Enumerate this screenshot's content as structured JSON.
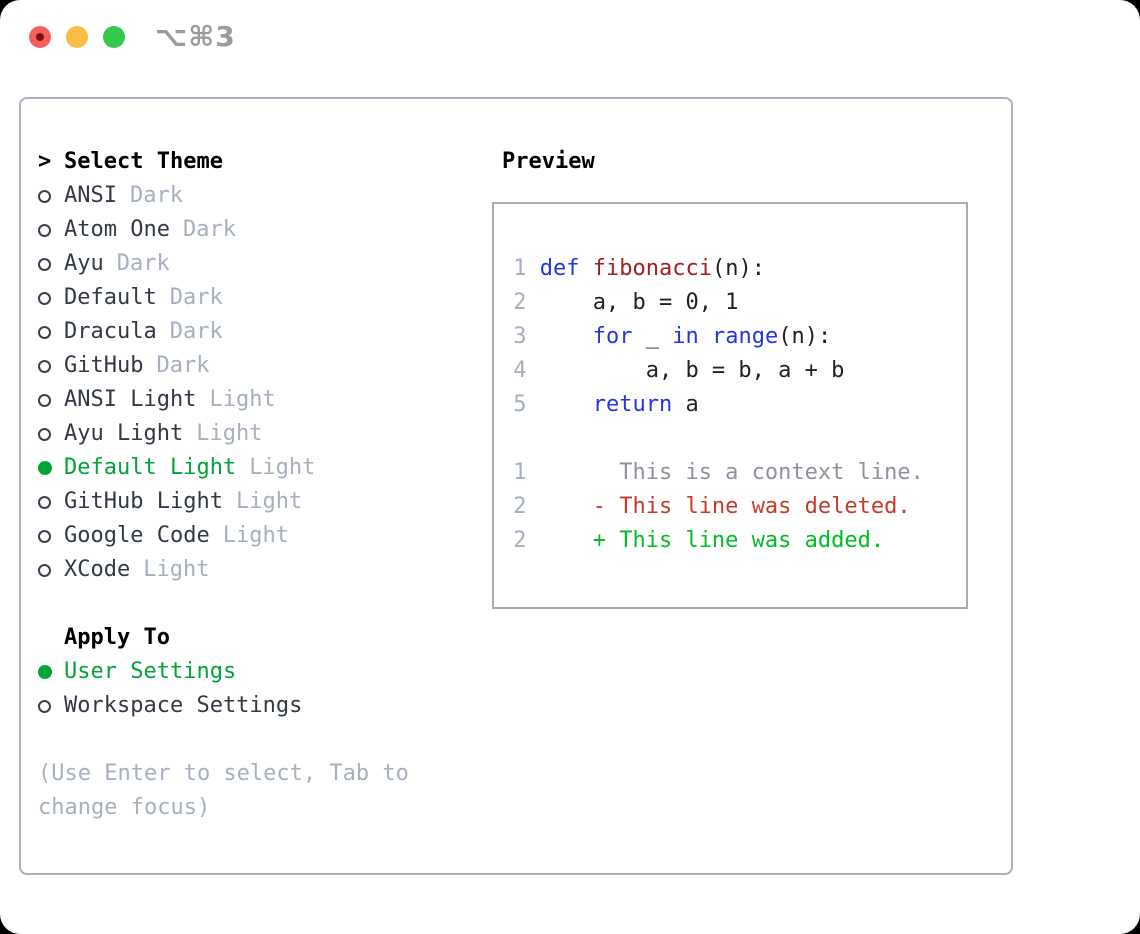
{
  "titlebar": {
    "shortcut": "⌥⌘3"
  },
  "colors": {
    "accent_green": "#00A538",
    "added": "#00BE27",
    "deleted": "#C53B2A",
    "function": "#A32020",
    "keyword": "#2337E0",
    "code": "#1E2126",
    "line_number": "#A6B0BF",
    "context": "#8E939B",
    "muted": "#A7B0BE",
    "item_text": "#333A44"
  },
  "theme_list": {
    "header_marker": ">",
    "header": "Select Theme",
    "items": [
      {
        "label": "ANSI",
        "tag": "Dark",
        "selected": false
      },
      {
        "label": "Atom One",
        "tag": "Dark",
        "selected": false
      },
      {
        "label": "Ayu",
        "tag": "Dark",
        "selected": false
      },
      {
        "label": "Default",
        "tag": "Dark",
        "selected": false
      },
      {
        "label": "Dracula",
        "tag": "Dark",
        "selected": false
      },
      {
        "label": "GitHub",
        "tag": "Dark",
        "selected": false
      },
      {
        "label": "ANSI Light",
        "tag": "Light",
        "selected": false
      },
      {
        "label": "Ayu Light",
        "tag": "Light",
        "selected": false
      },
      {
        "label": "Default Light",
        "tag": "Light",
        "selected": true
      },
      {
        "label": "GitHub Light",
        "tag": "Light",
        "selected": false
      },
      {
        "label": "Google Code",
        "tag": "Light",
        "selected": false
      },
      {
        "label": "XCode",
        "tag": "Light",
        "selected": false
      }
    ]
  },
  "apply_to": {
    "header": "Apply To",
    "options": [
      {
        "label": "User Settings",
        "selected": true
      },
      {
        "label": "Workspace Settings",
        "selected": false
      }
    ]
  },
  "hint_lines": [
    "(Use Enter to select, Tab to",
    "change focus)"
  ],
  "preview": {
    "title": "Preview",
    "lines": [
      [
        {
          "t": " 1 ",
          "c": "line_number"
        },
        {
          "t": "def",
          "c": "keyword"
        },
        {
          "t": " ",
          "c": "code"
        },
        {
          "t": "fibonacci",
          "c": "function"
        },
        {
          "t": "(n):",
          "c": "code"
        }
      ],
      [
        {
          "t": " 2 ",
          "c": "line_number"
        },
        {
          "t": "    a, b = 0, 1",
          "c": "code"
        }
      ],
      [
        {
          "t": " 3 ",
          "c": "line_number"
        },
        {
          "t": "    ",
          "c": "code"
        },
        {
          "t": "for",
          "c": "keyword"
        },
        {
          "t": " _ ",
          "c": "code"
        },
        {
          "t": "in",
          "c": "keyword"
        },
        {
          "t": " ",
          "c": "code"
        },
        {
          "t": "range",
          "c": "keyword"
        },
        {
          "t": "(n):",
          "c": "code"
        }
      ],
      [
        {
          "t": " 4 ",
          "c": "line_number"
        },
        {
          "t": "        a, b = b, a + b",
          "c": "code"
        }
      ],
      [
        {
          "t": " 5 ",
          "c": "line_number"
        },
        {
          "t": "    ",
          "c": "code"
        },
        {
          "t": "return",
          "c": "keyword"
        },
        {
          "t": " a",
          "c": "code"
        }
      ],
      [],
      [
        {
          "t": " 1 ",
          "c": "line_number"
        },
        {
          "t": "      This is a context line.",
          "c": "context"
        }
      ],
      [
        {
          "t": " 2 ",
          "c": "line_number"
        },
        {
          "t": "    - This line was deleted.",
          "c": "deleted"
        }
      ],
      [
        {
          "t": " 2 ",
          "c": "line_number"
        },
        {
          "t": "    + This line was added.",
          "c": "added"
        }
      ]
    ]
  }
}
